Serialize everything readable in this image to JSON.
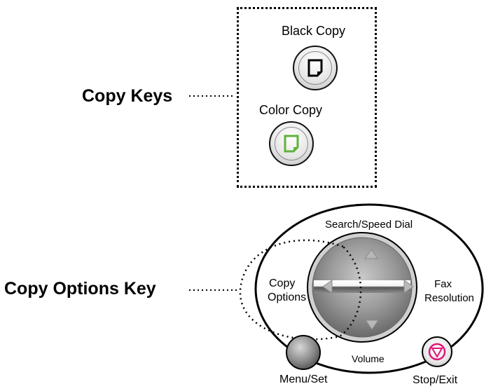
{
  "callouts": {
    "copy_keys": "Copy Keys",
    "copy_options_key": "Copy Options Key"
  },
  "copy_keys": {
    "black_copy_label": "Black Copy",
    "color_copy_label": "Color Copy"
  },
  "panel": {
    "search_speed_dial": "Search/Speed Dial",
    "copy_options_line1": "Copy",
    "copy_options_line2": "Options",
    "fax_line1": "Fax",
    "fax_line2": "Resolution",
    "volume": "Volume",
    "menu_set": "Menu/Set",
    "stop_exit": "Stop/Exit"
  },
  "colors": {
    "black_copy_icon": "#000000",
    "color_copy_icon": "#5fb23a",
    "stop_button": "#e0167a"
  },
  "icons": {
    "black_copy": "page-icon",
    "color_copy": "page-icon",
    "stop": "stop-icon",
    "nav_up": "triangle-up-icon",
    "nav_down": "triangle-down-icon",
    "nav_left": "triangle-left-icon",
    "nav_right": "triangle-right-icon"
  }
}
